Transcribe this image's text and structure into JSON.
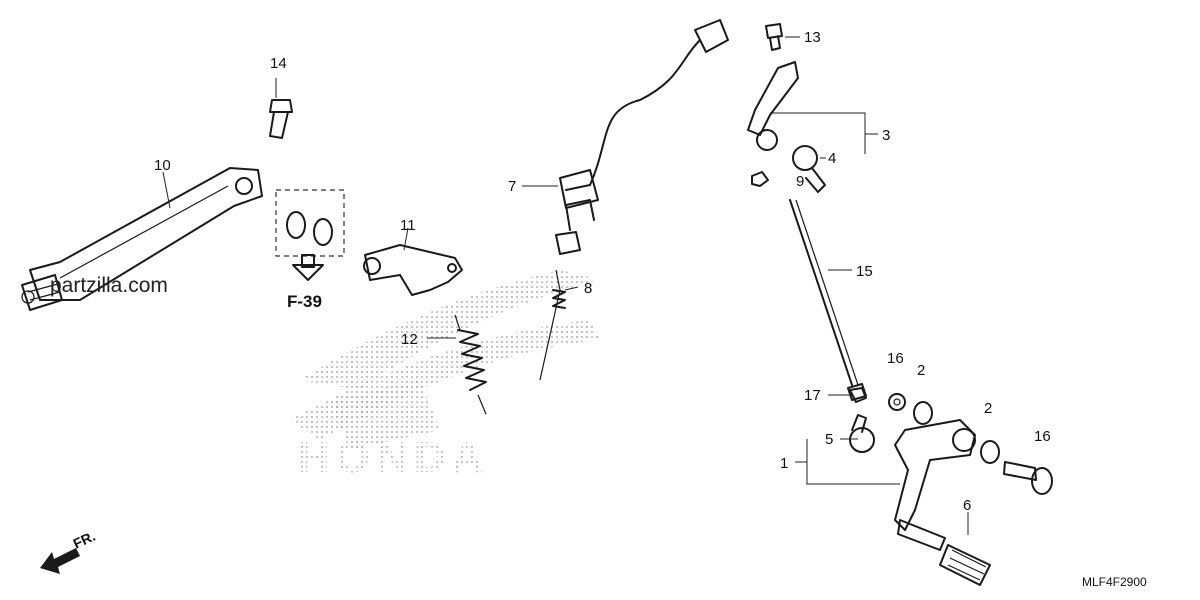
{
  "diagram": {
    "watermark": "partzilla.com",
    "drawing_code": "MLF4F2900",
    "front_indicator": "FR.",
    "reference": "F-39",
    "callouts": [
      "1",
      "2",
      "2",
      "3",
      "4",
      "4",
      "5",
      "6",
      "7",
      "8",
      "9",
      "10",
      "11",
      "12",
      "13",
      "14",
      "15",
      "16",
      "17"
    ],
    "background_logo": "HONDA"
  }
}
